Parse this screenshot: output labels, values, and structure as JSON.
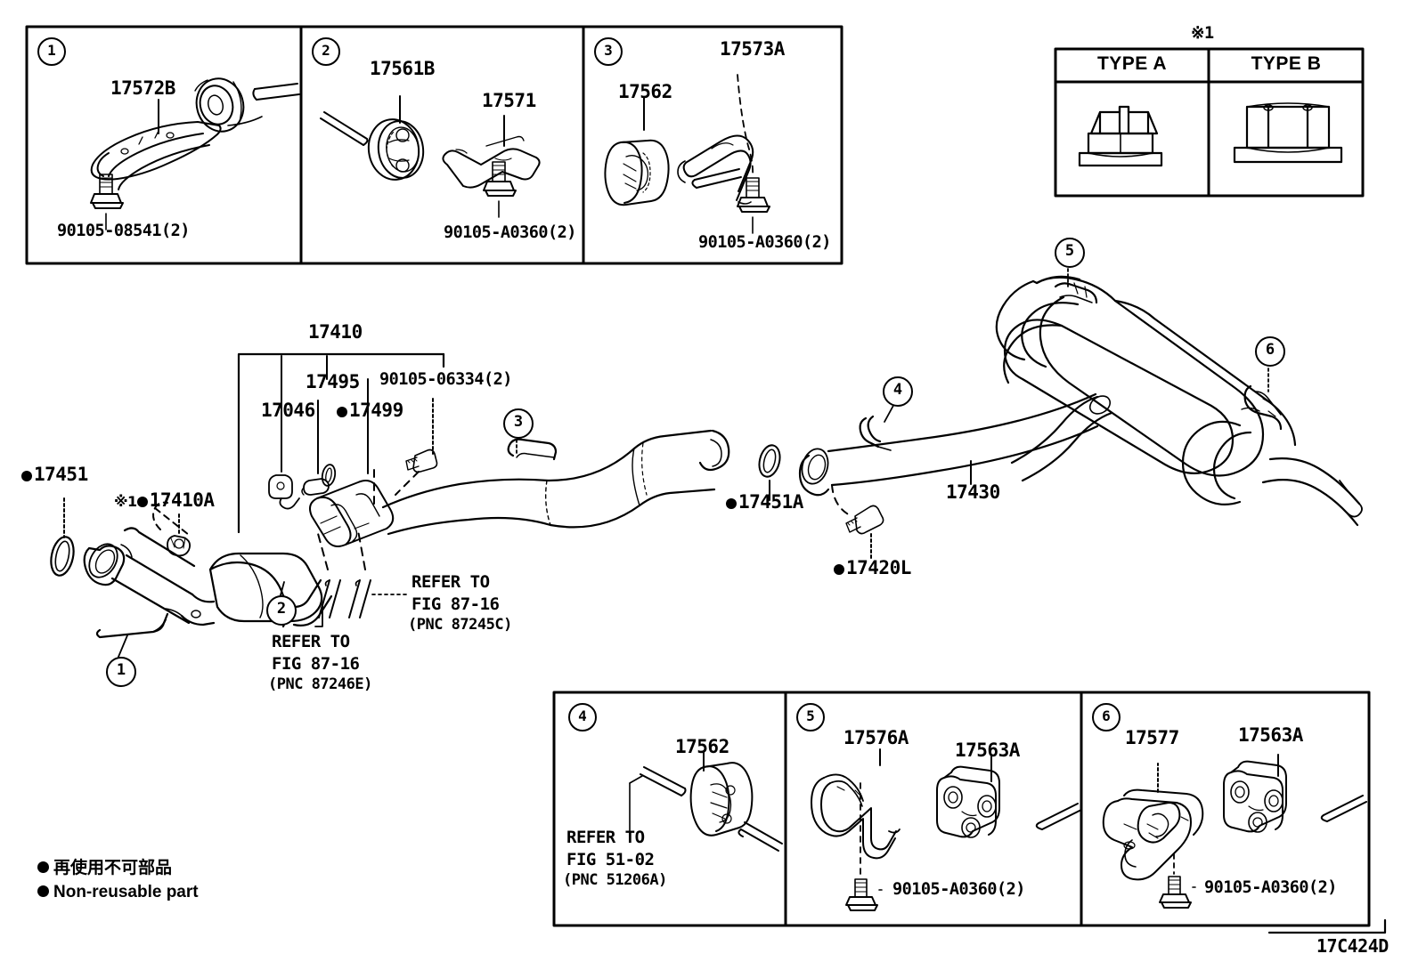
{
  "diagram": {
    "figure_code": "17C424D",
    "legend": {
      "japanese": "再使用不可部品",
      "english": "Non-reusable part"
    },
    "note_marker": "※1"
  },
  "type_table": {
    "header": "※1",
    "columns": [
      {
        "label": "TYPE A",
        "icon": "flange-nut-type-a-icon"
      },
      {
        "label": "TYPE B",
        "icon": "flange-nut-type-b-icon"
      }
    ]
  },
  "top_panels": [
    {
      "number": "1",
      "parts": [
        {
          "code": "17572B",
          "name": "exhaust-pipe-support"
        },
        {
          "code": "90105-08541(2)",
          "name": "bolt"
        }
      ]
    },
    {
      "number": "2",
      "parts": [
        {
          "code": "17561B",
          "name": "exhaust-pipe-insulator"
        },
        {
          "code": "17571",
          "name": "exhaust-pipe-bracket"
        },
        {
          "code": "90105-A0360(2)",
          "name": "bolt"
        }
      ]
    },
    {
      "number": "3",
      "parts": [
        {
          "code": "17562",
          "name": "exhaust-pipe-support-ring"
        },
        {
          "code": "17573A",
          "name": "exhaust-pipe-bracket-rod"
        },
        {
          "code": "90105-A0360(2)",
          "name": "bolt"
        }
      ]
    }
  ],
  "bottom_panels": [
    {
      "number": "4",
      "parts": [
        {
          "code": "17562",
          "name": "exhaust-pipe-support-ring"
        }
      ],
      "refer": {
        "line1": "REFER TO",
        "line2": "FIG 51-02",
        "line3": "(PNC 51206A)"
      }
    },
    {
      "number": "5",
      "parts": [
        {
          "code": "17576A",
          "name": "exhaust-pipe-hanger"
        },
        {
          "code": "17563A",
          "name": "exhaust-pipe-support-bracket"
        },
        {
          "code": "90105-A0360(2)",
          "name": "bolt"
        }
      ]
    },
    {
      "number": "6",
      "parts": [
        {
          "code": "17577",
          "name": "exhaust-tail-pipe-hanger"
        },
        {
          "code": "17563A",
          "name": "exhaust-pipe-support-bracket"
        },
        {
          "code": "90105-A0360(2)",
          "name": "bolt"
        }
      ]
    }
  ],
  "main_labels": {
    "center_group": [
      {
        "code": "17410",
        "name": "exhaust-pipe-assembly-front"
      },
      {
        "code": "17495",
        "name": "exhaust-pipe-clamp"
      },
      {
        "code": "90105-06334(2)",
        "name": "bolt"
      },
      {
        "code": "17046",
        "name": "exhaust-pipe-sub-bracket"
      },
      {
        "code": "17499",
        "name": "exhaust-pipe-gasket",
        "nonreusable": true
      }
    ],
    "left_group": [
      {
        "code": "17451",
        "name": "exhaust-pipe-gasket-front",
        "nonreusable": true
      },
      {
        "code": "17410A",
        "name": "exhaust-pipe-nut",
        "nonreusable": true,
        "marker": "※1"
      }
    ],
    "right_group": [
      {
        "code": "17451A",
        "name": "exhaust-pipe-gasket-center",
        "nonreusable": true
      },
      {
        "code": "17420L",
        "name": "exhaust-pipe-bolt",
        "nonreusable": true
      },
      {
        "code": "17430",
        "name": "exhaust-pipe-assembly-center"
      }
    ],
    "refer_blocks": [
      {
        "id": "refer-87245c",
        "line1": "REFER TO",
        "line2": "FIG 87-16",
        "line3": "(PNC 87245C)"
      },
      {
        "id": "refer-87246e",
        "line1": "REFER TO",
        "line2": "FIG 87-16",
        "line3": "(PNC 87246E)"
      }
    ]
  },
  "main_callouts": [
    "1",
    "2",
    "3",
    "4",
    "5",
    "6"
  ]
}
